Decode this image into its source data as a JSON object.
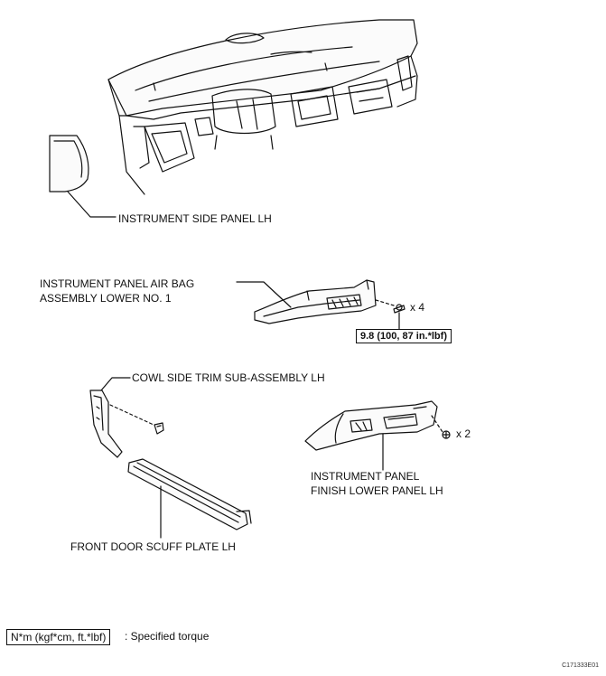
{
  "labels": {
    "side_panel": "INSTRUMENT SIDE PANEL LH",
    "airbag_line1": "INSTRUMENT PANEL AIR BAG",
    "airbag_line2": "ASSEMBLY LOWER NO. 1",
    "airbag_qty": "x 4",
    "cowl_trim": "COWL SIDE TRIM SUB-ASSEMBLY LH",
    "finish_line1": "INSTRUMENT PANEL",
    "finish_line2": "FINISH LOWER PANEL LH",
    "finish_qty": "x 2",
    "scuff_plate": "FRONT DOOR SCUFF PLATE LH"
  },
  "torque": {
    "value": "9.8 (100, 87 in.*lbf)"
  },
  "legend": {
    "units": "N*m (kgf*cm, ft.*lbf)",
    "text": ": Specified torque"
  },
  "figure_code": "C171333E01",
  "colors": {
    "line": "#111111",
    "background": "#ffffff"
  }
}
